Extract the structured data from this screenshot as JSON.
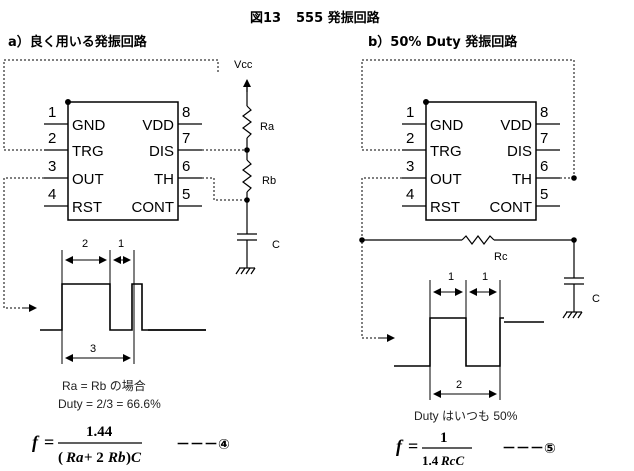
{
  "figure": {
    "title_fig": "図13",
    "title_ic": "555 発振回路"
  },
  "circuit_a": {
    "heading": "a）良く用いる発振回路",
    "pins_left": [
      {
        "num": "1",
        "name": "GND"
      },
      {
        "num": "2",
        "name": "TRG"
      },
      {
        "num": "3",
        "name": "OUT"
      },
      {
        "num": "4",
        "name": "RST"
      }
    ],
    "pins_right": [
      {
        "num": "8",
        "name": "VDD"
      },
      {
        "num": "7",
        "name": "DIS"
      },
      {
        "num": "6",
        "name": "TH"
      },
      {
        "num": "5",
        "name": "CONT"
      }
    ],
    "vcc": "Vcc",
    "ra": "Ra",
    "rb": "Rb",
    "cap": "C",
    "dim_high": "2",
    "dim_low": "1",
    "dim_period": "3",
    "note1": "Ra = Rb の場合",
    "note2": "Duty = 2/3 = 66.6%",
    "formula": {
      "lhs": "f",
      "eq": "=",
      "numerator": "1.44",
      "den_open": "(",
      "den_ra": "Ra",
      "den_plus": " + 2",
      "den_rb": "Rb",
      "den_close": ")",
      "den_c": "C",
      "ref": "－－－④"
    }
  },
  "circuit_b": {
    "heading": "b）50% Duty 発振回路",
    "pins_left": [
      {
        "num": "1",
        "name": "GND"
      },
      {
        "num": "2",
        "name": "TRG"
      },
      {
        "num": "3",
        "name": "OUT"
      },
      {
        "num": "4",
        "name": "RST"
      }
    ],
    "pins_right": [
      {
        "num": "8",
        "name": "VDD"
      },
      {
        "num": "7",
        "name": "DIS"
      },
      {
        "num": "6",
        "name": "TH"
      },
      {
        "num": "5",
        "name": "CONT"
      }
    ],
    "rc": "Rc",
    "cap": "C",
    "dim_high": "1",
    "dim_low": "1",
    "dim_period": "2",
    "note": "Duty はいつも 50%",
    "formula": {
      "lhs": "f",
      "eq": "=",
      "numerator": "1",
      "den_num": "1.4",
      "den_rc": "RcC",
      "ref": "－－－⑤"
    }
  }
}
